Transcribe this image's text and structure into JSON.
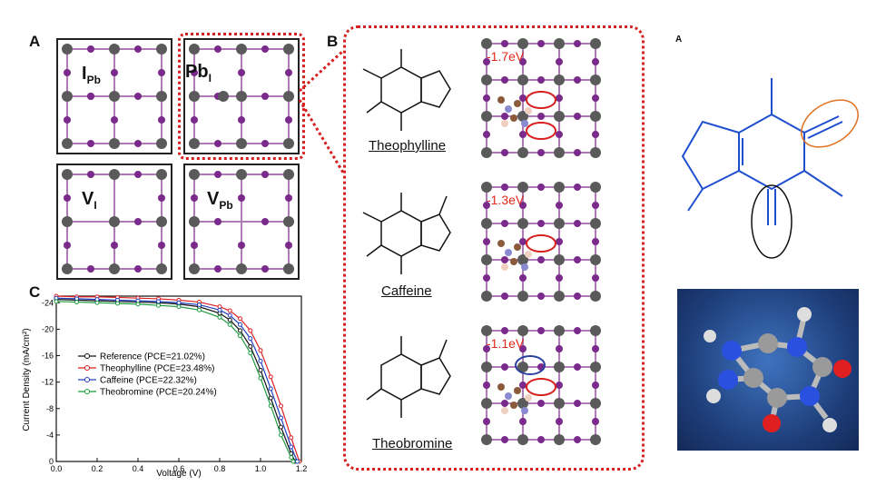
{
  "panels": {
    "a": "A",
    "b": "B",
    "c": "C",
    "right_a": "A"
  },
  "defects": [
    {
      "main": "I",
      "sub": "Pb"
    },
    {
      "main": "Pb",
      "sub": "I"
    },
    {
      "main": "V",
      "sub": "I"
    },
    {
      "main": "V",
      "sub": "Pb"
    }
  ],
  "molecules": [
    {
      "name": "Theophylline",
      "energy": "-1.7eV"
    },
    {
      "name": "Caffeine",
      "energy": "-1.3eV"
    },
    {
      "name": "Theobromine",
      "energy": "-1.1eV"
    }
  ],
  "colors": {
    "pb": "#5a5a5a",
    "iodine": "#7a2a8a",
    "bond": "#b07ab8",
    "highlight": "#d62020",
    "blue_oval": "#2a40a0",
    "structure_blue": "#1f4fd0",
    "oval_orange": "#e07020",
    "render_bg": "#1e3e7a"
  },
  "chart_data": {
    "type": "line",
    "xlabel": "Voltage (V)",
    "ylabel": "Current Density (mA/cm²)",
    "xlim": [
      0.0,
      1.2
    ],
    "ylim": [
      0,
      -25
    ],
    "x_ticks": [
      "0.0",
      "0.2",
      "0.4",
      "0.6",
      "0.8",
      "1.0",
      "1.2"
    ],
    "y_ticks": [
      "0",
      "-4",
      "-8",
      "-12",
      "-16",
      "-20",
      "-24"
    ],
    "series": [
      {
        "name": "Reference (PCE=21.02%)",
        "color": "#111111",
        "jsc": -24.5,
        "voc": 1.17,
        "x": [
          0,
          0.1,
          0.2,
          0.3,
          0.4,
          0.5,
          0.6,
          0.7,
          0.8,
          0.85,
          0.9,
          0.95,
          1.0,
          1.05,
          1.1,
          1.15,
          1.17
        ],
        "y": [
          -24.5,
          -24.4,
          -24.3,
          -24.2,
          -24.1,
          -24.0,
          -23.8,
          -23.4,
          -22.4,
          -21.4,
          -19.8,
          -17.4,
          -13.8,
          -9.6,
          -5.2,
          -1.2,
          0
        ]
      },
      {
        "name": "Theophylline (PCE=23.48%)",
        "color": "#e02020",
        "jsc": -25.0,
        "voc": 1.19,
        "x": [
          0,
          0.1,
          0.2,
          0.3,
          0.4,
          0.5,
          0.6,
          0.7,
          0.8,
          0.85,
          0.9,
          0.95,
          1.0,
          1.05,
          1.1,
          1.15,
          1.19
        ],
        "y": [
          -25.0,
          -24.9,
          -24.9,
          -24.8,
          -24.7,
          -24.6,
          -24.4,
          -24.1,
          -23.4,
          -22.8,
          -21.6,
          -19.8,
          -16.8,
          -12.8,
          -8.4,
          -3.6,
          0
        ]
      },
      {
        "name": "Caffeine (PCE=22.32%)",
        "color": "#2040c0",
        "jsc": -24.7,
        "voc": 1.18,
        "x": [
          0,
          0.1,
          0.2,
          0.3,
          0.4,
          0.5,
          0.6,
          0.7,
          0.8,
          0.85,
          0.9,
          0.95,
          1.0,
          1.05,
          1.1,
          1.15,
          1.18
        ],
        "y": [
          -24.7,
          -24.6,
          -24.5,
          -24.4,
          -24.3,
          -24.2,
          -24.0,
          -23.7,
          -22.9,
          -22.1,
          -20.7,
          -18.6,
          -15.2,
          -11.0,
          -6.6,
          -2.2,
          0
        ]
      },
      {
        "name": "Theobromine (PCE=20.24%)",
        "color": "#1e9a40",
        "jsc": -24.2,
        "voc": 1.16,
        "x": [
          0,
          0.1,
          0.2,
          0.3,
          0.4,
          0.5,
          0.6,
          0.7,
          0.8,
          0.85,
          0.9,
          0.95,
          1.0,
          1.05,
          1.1,
          1.15,
          1.16
        ],
        "y": [
          -24.2,
          -24.1,
          -24.0,
          -23.9,
          -23.8,
          -23.6,
          -23.4,
          -22.9,
          -21.8,
          -20.7,
          -19.0,
          -16.4,
          -12.6,
          -8.4,
          -4.0,
          -0.6,
          0
        ]
      }
    ]
  }
}
